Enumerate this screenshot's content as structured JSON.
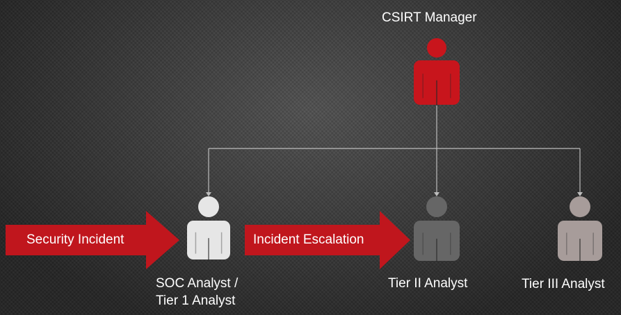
{
  "colors": {
    "manager": "#c8151c",
    "tier1": "#e6e6e6",
    "tier2": "#666666",
    "tier3": "#a79c9a",
    "arrow": "#c0161d",
    "connector": "#bdbdbd"
  },
  "manager": {
    "label": "CSIRT Manager",
    "icon": "person-icon"
  },
  "analysts": [
    {
      "label_line1": "SOC Analyst /",
      "label_line2": "Tier 1 Analyst",
      "icon": "person-icon"
    },
    {
      "label_line1": "Tier II Analyst",
      "icon": "person-icon"
    },
    {
      "label_line1": "Tier III Analyst",
      "icon": "person-icon"
    }
  ],
  "arrows": [
    {
      "label": "Security Incident",
      "icon": "right-arrow-shape"
    },
    {
      "label": "Incident Escalation",
      "icon": "right-arrow-shape"
    }
  ]
}
